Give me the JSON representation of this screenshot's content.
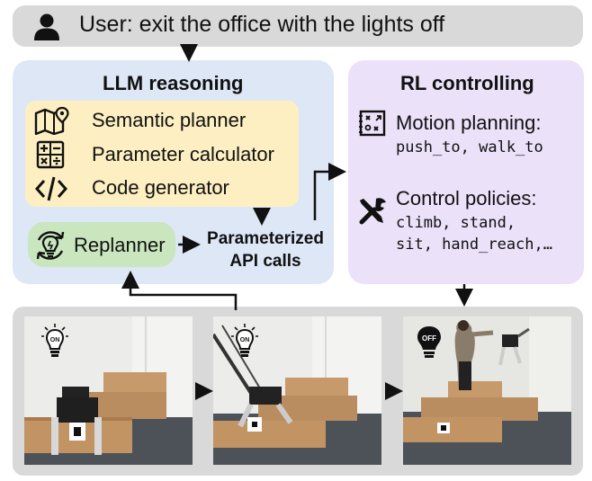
{
  "user": {
    "text": "User: exit the office with the lights off",
    "icon": "user-icon"
  },
  "llm": {
    "title": "LLM reasoning",
    "items": [
      {
        "label": "Semantic planner",
        "icon": "map-pin-icon"
      },
      {
        "label": "Parameter calculator",
        "icon": "calculator-icon"
      },
      {
        "label": "Code generator",
        "icon": "code-icon"
      }
    ],
    "replanner": {
      "label": "Replanner",
      "icon": "lightbulb-cycle-icon"
    },
    "output_line1": "Parameterized",
    "output_line2": "API calls"
  },
  "rl": {
    "title": "RL controlling",
    "motion": {
      "label": "Motion planning:",
      "apis": "push_to, walk_to",
      "icon": "motion-plan-icon"
    },
    "control": {
      "label": "Control policies:",
      "apis_line1": "climb, stand,",
      "apis_line2": "sit, hand_reach,…",
      "icon": "tools-icon"
    }
  },
  "photos": [
    {
      "bulb": "ON",
      "bulb_icon": "lightbulb-on-icon"
    },
    {
      "bulb": "ON",
      "bulb_icon": "lightbulb-on-icon"
    },
    {
      "bulb": "OFF",
      "bulb_icon": "lightbulb-off-icon"
    }
  ]
}
